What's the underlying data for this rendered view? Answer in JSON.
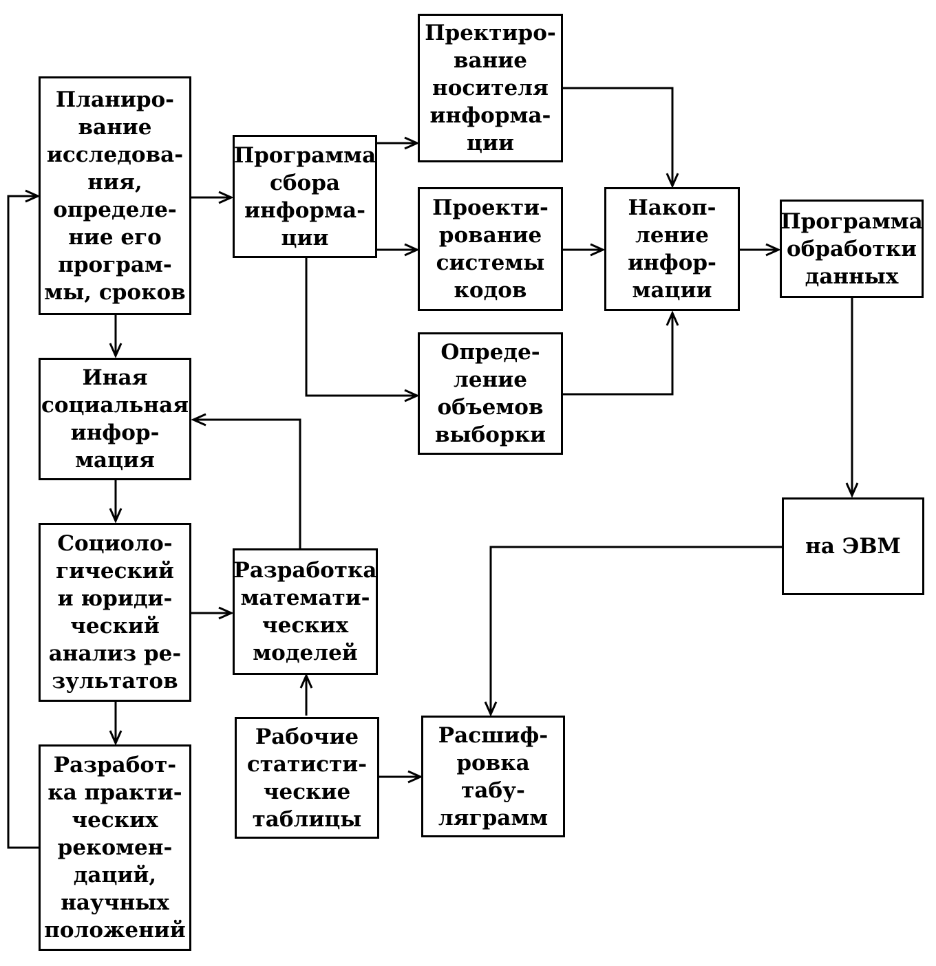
{
  "nodes": {
    "planning": {
      "lines": [
        "Планиро-",
        "вание",
        "исследова-",
        "ния,",
        "определе-",
        "ние его",
        "програм-",
        "мы, сроков"
      ]
    },
    "program_collect": {
      "lines": [
        "Программа",
        "сбора",
        "информа-",
        "ции"
      ]
    },
    "projecting_carrier": {
      "lines": [
        "Пректиро-",
        "вание",
        "носителя",
        "информа-",
        "ции"
      ]
    },
    "projecting_codes": {
      "lines": [
        "Проекти-",
        "рование",
        "системы",
        "кодов"
      ]
    },
    "sample_volume": {
      "lines": [
        "Опреде-",
        "ление",
        "объемов",
        "выборки"
      ]
    },
    "accumulation": {
      "lines": [
        "Накоп-",
        "ление",
        "инфор-",
        "мации"
      ]
    },
    "program_processing": {
      "lines": [
        "Программа",
        "обработки",
        "данных"
      ]
    },
    "other_social": {
      "lines": [
        "Иная",
        "социальная",
        "инфор-",
        "мация"
      ]
    },
    "sociological_analysis": {
      "lines": [
        "Социоло-",
        "гический",
        "и юриди-",
        "ческий",
        "анализ ре-",
        "зультатов"
      ]
    },
    "math_models": {
      "lines": [
        "Разработка",
        "математи-",
        "ческих",
        "моделей"
      ]
    },
    "computer": {
      "lines": [
        "на ЭВМ"
      ]
    },
    "practical_recommendations": {
      "lines": [
        "Разработ-",
        "ка практи-",
        "ческих",
        "рекомен-",
        "даций,",
        "научных",
        "положений"
      ]
    },
    "work_tables": {
      "lines": [
        "Рабочие",
        "статисти-",
        "ческие",
        "таблицы"
      ]
    },
    "decoding": {
      "lines": [
        "Расшиф-",
        "ровка",
        "табу-",
        "ляграмм"
      ]
    }
  },
  "colors": {
    "stroke": "#000000",
    "background": "#ffffff"
  }
}
